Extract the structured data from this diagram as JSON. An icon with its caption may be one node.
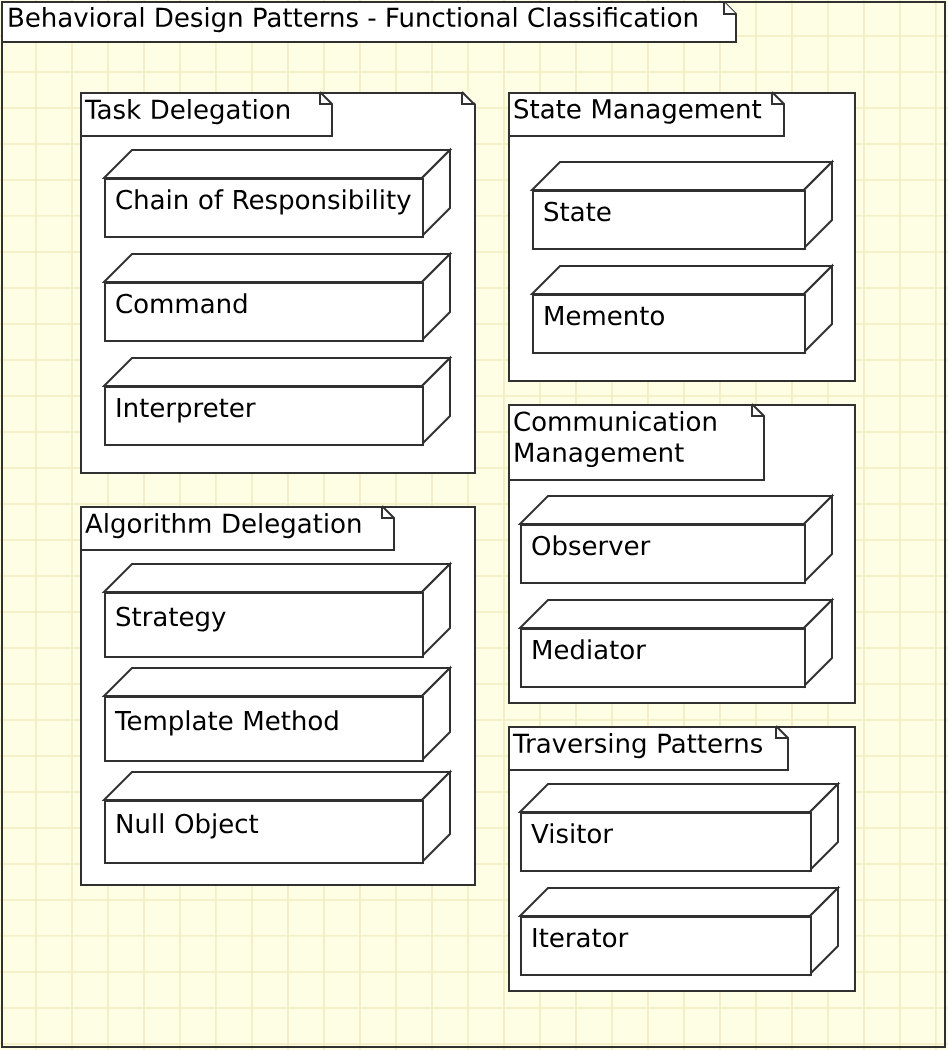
{
  "diagram": {
    "title": "Behavioral Design Patterns - Functional Classification",
    "nodes": [
      {
        "text": [
          "Task Delegation"
        ]
      },
      {
        "text": [
          "Chain of Responsibility"
        ],
        "in": 0
      },
      {
        "text": [
          "Command"
        ],
        "in": 0
      },
      {
        "text": [
          "Interpreter"
        ],
        "in": 0
      },
      {
        "text": [
          "Algorithm Delegation"
        ]
      },
      {
        "text": [
          "Strategy"
        ],
        "in": 4
      },
      {
        "text": [
          "Template Method"
        ],
        "in": 4
      },
      {
        "text": [
          "Null Object"
        ],
        "in": 4
      },
      {
        "text": [
          "State Management"
        ]
      },
      {
        "text": [
          "State"
        ],
        "in": 8
      },
      {
        "text": [
          "Memento"
        ],
        "in": 8
      },
      {
        "text": [
          "Communication Management"
        ]
      },
      {
        "text": [
          "Observer"
        ],
        "in": 11
      },
      {
        "text": [
          "Mediator"
        ],
        "in": 11
      },
      {
        "text": [
          "Traversing Patterns"
        ]
      },
      {
        "text": [
          "Visitor"
        ],
        "in": 14
      },
      {
        "text": [
          "Iterator"
        ],
        "in": 14
      }
    ]
  }
}
